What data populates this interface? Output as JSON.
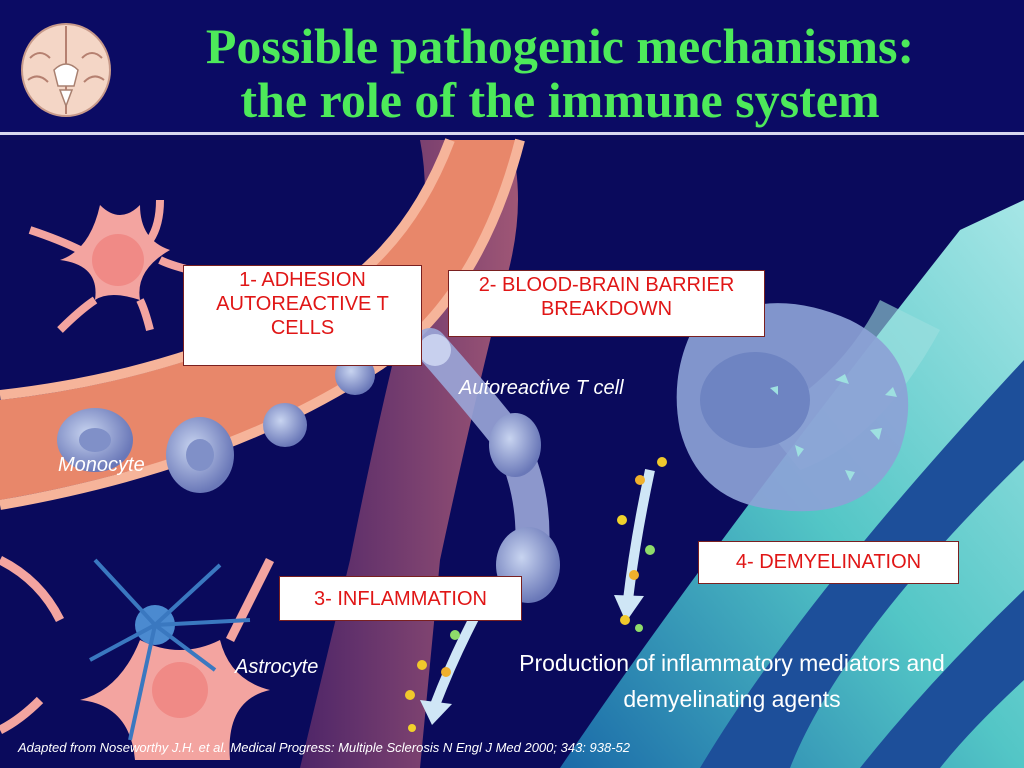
{
  "title": {
    "line1": "Possible pathogenic mechanisms:",
    "line2": "the role of the immune system"
  },
  "steps": {
    "step1": "1- ADHESION AUTOREACTIVE T CELLS",
    "step2": "2- BLOOD-BRAIN BARRIER BREAKDOWN",
    "step3": "3- INFLAMMATION",
    "step4": "4- DEMYELINATION"
  },
  "labels": {
    "autoreactive_t_cell": "Autoreactive T cell",
    "monocyte": "Monocyte",
    "astrocyte": "Astrocyte"
  },
  "production_text": "Production of inflammatory mediators and demyelinating agents",
  "citation": "Adapted from Noseworthy J.H. et al. Medical Progress: Multiple Sclerosis N Engl J Med 2000; 343: 938-52",
  "colors": {
    "title": "#4dea5a",
    "background": "#0a0a5c",
    "step_text": "#e01616",
    "vessel": "#e8876a",
    "axon": "#5fd0c8"
  },
  "icons": {
    "header_icon": "brain-section-icon"
  }
}
